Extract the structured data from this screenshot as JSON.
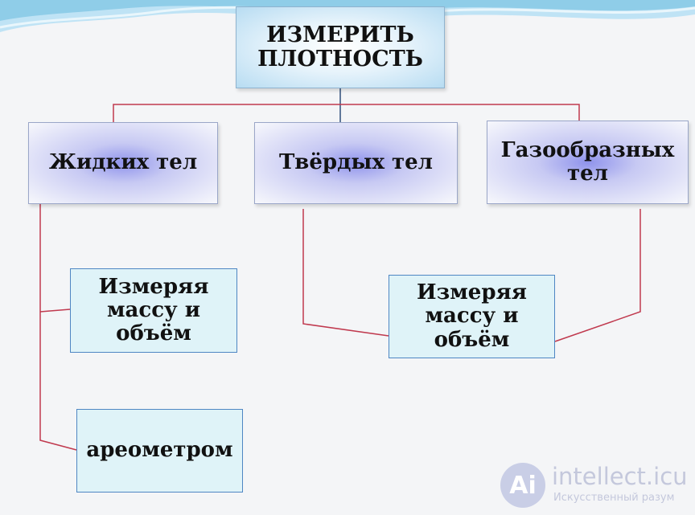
{
  "diagram": {
    "root": {
      "label": "ИЗМЕРИТЬ ПЛОТНОСТЬ"
    },
    "categories": [
      {
        "label": "Жидких тел"
      },
      {
        "label": "Твёрдых тел"
      },
      {
        "label": "Газообразных тел"
      }
    ],
    "methods": [
      {
        "label": "Измеряя массу и объём"
      },
      {
        "label": "ареометром"
      },
      {
        "label": "Измеряя массу и объём"
      }
    ],
    "colors": {
      "connector_red": "#c0394e",
      "connector_blue": "#2f4f7a",
      "leaf_border": "#4e86c3",
      "leaf_fill": "#dff3f8"
    }
  },
  "watermark": {
    "logo_letter": "Ai",
    "name": "intellect.icu",
    "tagline": "Искусственный разум"
  }
}
